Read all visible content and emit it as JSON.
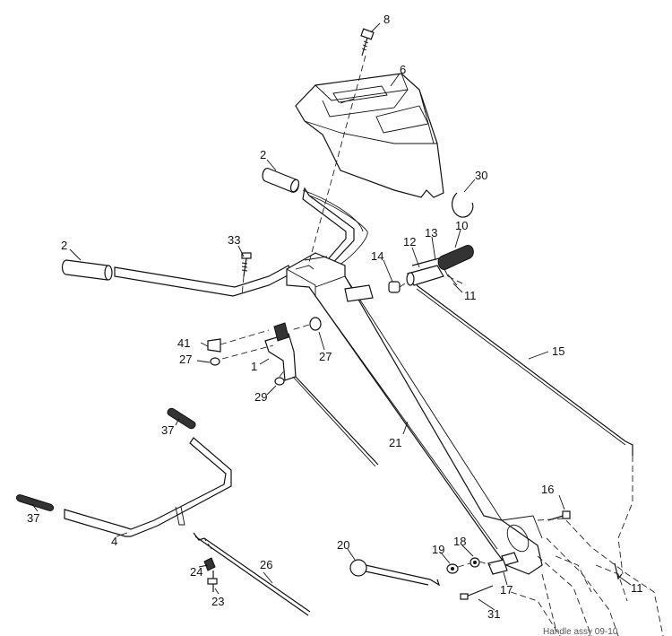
{
  "labels": {
    "l1": "1",
    "l2a": "2",
    "l2b": "2",
    "l4": "4",
    "l6": "6",
    "l8": "8",
    "l10": "10",
    "l11a": "11",
    "l11b": "11",
    "l12": "12",
    "l13": "13",
    "l14": "14",
    "l15": "15",
    "l16": "16",
    "l17": "17",
    "l18": "18",
    "l19": "19",
    "l20": "20",
    "l21": "21",
    "l23": "23",
    "l24": "24",
    "l26": "26",
    "l27a": "27",
    "l27b": "27",
    "l29": "29",
    "l30": "30",
    "l31": "31",
    "l33": "33",
    "l37a": "37",
    "l37b": "37",
    "l41": "41"
  },
  "footer": "Handle assy 09-10"
}
